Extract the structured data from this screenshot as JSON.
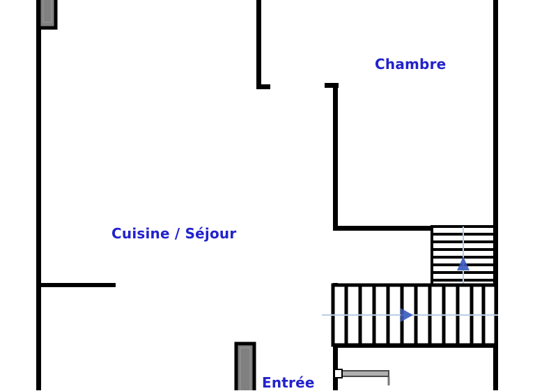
{
  "plan": {
    "type": "architectural-floor-plan",
    "background_color": "#ffffff",
    "wall_color": "#000000",
    "label_color": "#2222cc",
    "fixture_color": "#808080",
    "arrow_color": "#3355bb",
    "axis_color": "#b9cfe5",
    "rooms": [
      {
        "id": "chambre",
        "label": "Chambre"
      },
      {
        "id": "cuisine-sejour",
        "label": "Cuisine / Séjour"
      },
      {
        "id": "entree",
        "label": "Entrée"
      }
    ],
    "stairs": [
      {
        "id": "upper-flight",
        "orientation": "vertical-run",
        "tread_count": 8,
        "direction": "up"
      },
      {
        "id": "lower-flight",
        "orientation": "horizontal-run",
        "tread_count": 12,
        "direction": "right"
      }
    ],
    "fixtures": [
      {
        "id": "window-top-left",
        "kind": "window"
      },
      {
        "id": "door-entree",
        "kind": "door-panel"
      },
      {
        "id": "door-swing-bottom",
        "kind": "door-swing"
      }
    ]
  }
}
